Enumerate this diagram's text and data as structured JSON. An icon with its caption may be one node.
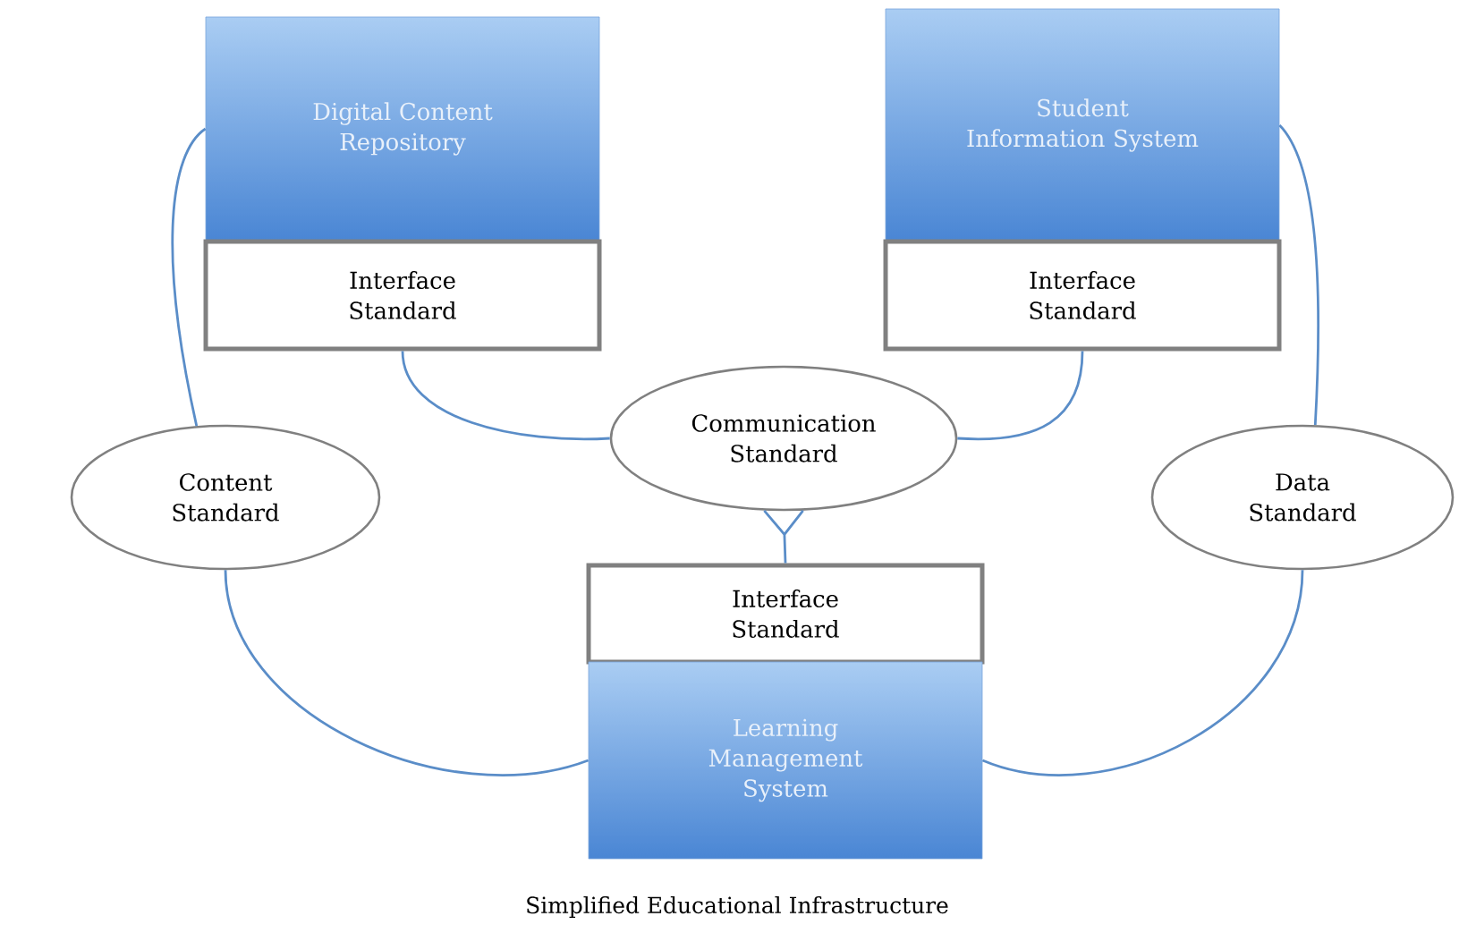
{
  "diagram": {
    "caption": "Simplified Educational Infrastructure",
    "nodes": [
      {
        "text": [
          "Digital Content Repository"
        ]
      },
      {
        "text": [
          "Interface Standard"
        ]
      },
      {
        "text": [
          "Student Information System"
        ]
      },
      {
        "text": [
          "Interface Standard"
        ]
      },
      {
        "text": [
          "Communication Standard"
        ]
      },
      {
        "text": [
          "Content Standard"
        ]
      },
      {
        "text": [
          "Data Standard"
        ]
      },
      {
        "text": [
          "Interface Standard"
        ]
      },
      {
        "text": [
          "Learning Management System"
        ]
      }
    ],
    "edges": [
      {
        "from": 0,
        "to": 5,
        "arrow": "none"
      },
      {
        "from": 5,
        "to": 8,
        "arrow": "none"
      },
      {
        "from": 1,
        "to": 4,
        "arrow": "none"
      },
      {
        "from": 3,
        "to": 4,
        "arrow": "none"
      },
      {
        "from": 4,
        "to": 7,
        "arrow": "other"
      },
      {
        "from": 2,
        "to": 6,
        "arrow": "none"
      },
      {
        "from": 6,
        "to": 8,
        "arrow": "none"
      }
    ]
  }
}
